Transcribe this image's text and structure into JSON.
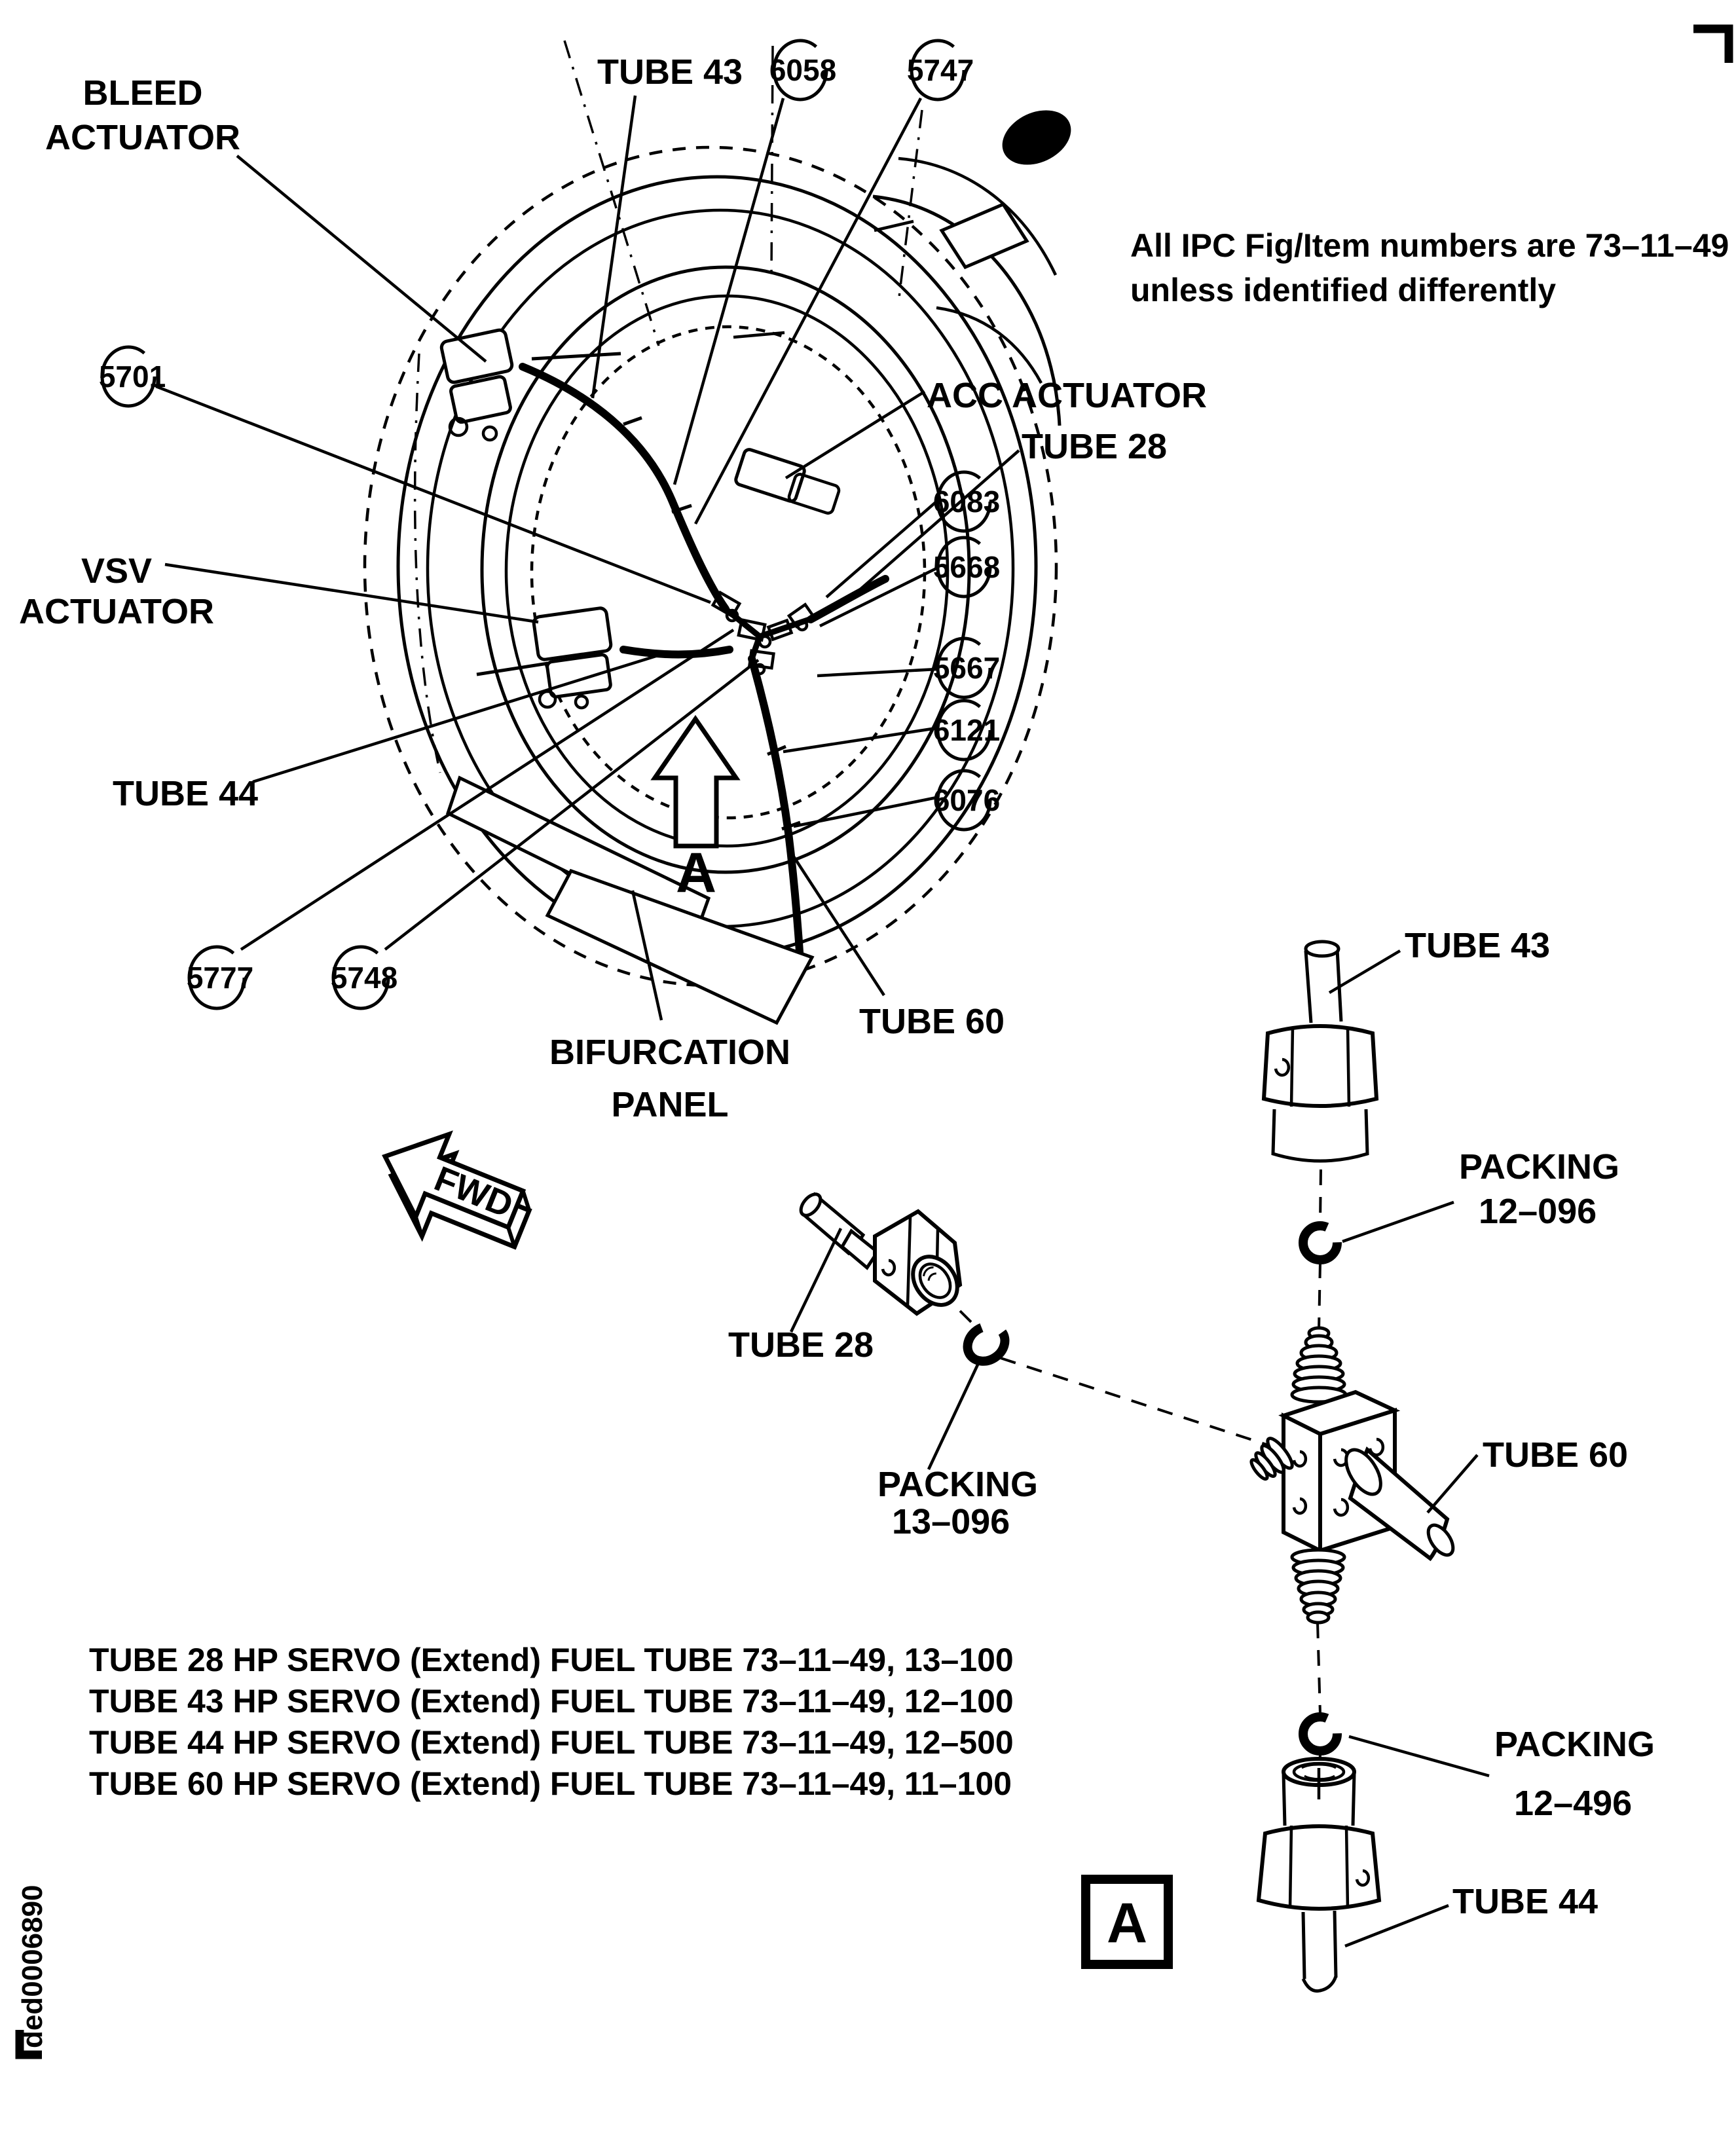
{
  "page": {
    "note_line1": "All IPC Fig/Item numbers are 73–11–49",
    "note_line2": "unless identified differently",
    "doc_id": "ded0006890"
  },
  "main_view": {
    "labels": {
      "bleed_actuator_line1": "BLEED",
      "bleed_actuator_line2": "ACTUATOR",
      "tube43": "TUBE 43",
      "acc_actuator": "ACC ACTUATOR",
      "tube28": "TUBE 28",
      "vsv_actuator_line1": "VSV",
      "vsv_actuator_line2": "ACTUATOR",
      "tube44": "TUBE 44",
      "bifurcation_line1": "BIFURCATION",
      "bifurcation_line2": "PANEL",
      "tube60": "TUBE 60",
      "fwd": "FWD",
      "view_arrow_letter": "A"
    },
    "callouts": [
      "6058",
      "5747",
      "5701",
      "6083",
      "5668",
      "5667",
      "6121",
      "6076",
      "5777",
      "5748"
    ]
  },
  "detail_view": {
    "marker": "A",
    "labels": {
      "tube43": "TUBE 43",
      "packing_12_096_line1": "PACKING",
      "packing_12_096_line2": "12–096",
      "tube28": "TUBE 28",
      "packing_13_096_line1": "PACKING",
      "packing_13_096_line2": "13–096",
      "tube60": "TUBE 60",
      "packing_12_496_line1": "PACKING",
      "packing_12_496_line2": "12–496",
      "tube44": "TUBE 44"
    }
  },
  "parts_list": {
    "items": [
      "TUBE 28 HP SERVO (Extend) FUEL TUBE 73–11–49, 13–100",
      "TUBE 43 HP SERVO (Extend) FUEL TUBE 73–11–49, 12–100",
      "TUBE 44 HP SERVO (Extend) FUEL TUBE 73–11–49, 12–500",
      "TUBE 60 HP SERVO (Extend) FUEL TUBE 73–11–49, 11–100"
    ]
  }
}
